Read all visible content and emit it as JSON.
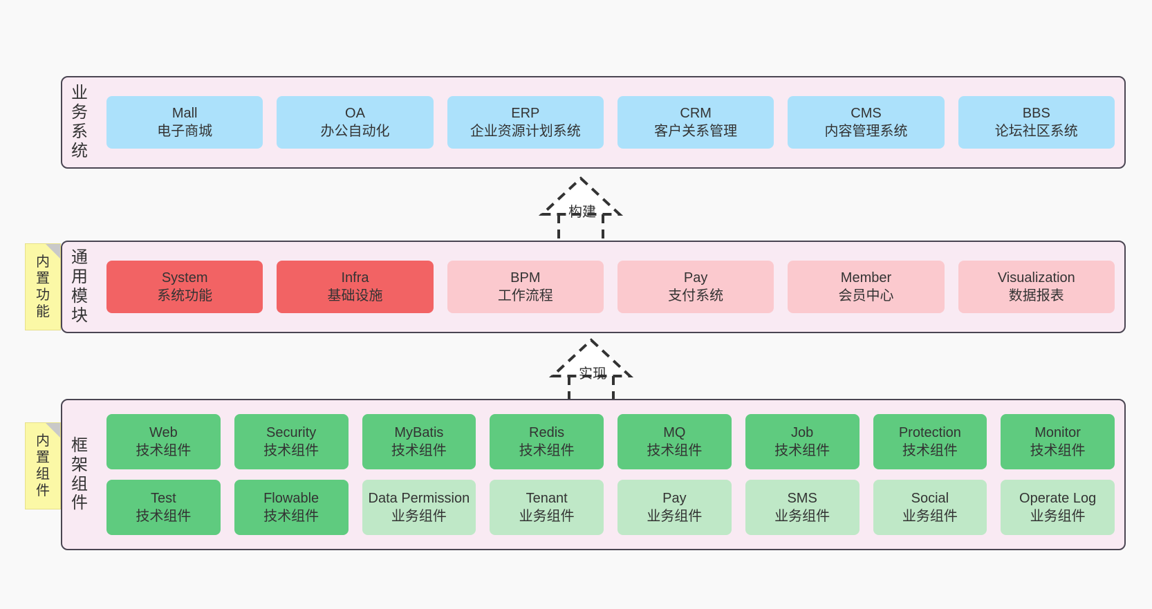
{
  "canvas": {
    "background": "#f9f9f9",
    "panel_fill": "#f9eaf3",
    "panel_border": "#4a4552"
  },
  "colors": {
    "business_card": "#ace1fb",
    "module_core": "#f26364",
    "module_optional": "#fbc9ce",
    "framework_tech": "#5fcb7f",
    "framework_business": "#bfe8c7",
    "note": "#fbf8a6",
    "note_fold": "#c9c9c9",
    "text": "#333333"
  },
  "layers": {
    "business": {
      "label": "业务系统",
      "label_chars": [
        "业",
        "务",
        "系",
        "统"
      ],
      "cards": [
        {
          "title": "Mall",
          "subtitle": "电子商城"
        },
        {
          "title": "OA",
          "subtitle": "办公自动化"
        },
        {
          "title": "ERP",
          "subtitle": "企业资源计划系统"
        },
        {
          "title": "CRM",
          "subtitle": "客户关系管理"
        },
        {
          "title": "CMS",
          "subtitle": "内容管理系统"
        },
        {
          "title": "BBS",
          "subtitle": "论坛社区系统"
        }
      ]
    },
    "modules": {
      "label": "通用模块",
      "label_chars": [
        "通",
        "用",
        "模",
        "块"
      ],
      "cards": [
        {
          "title": "System",
          "subtitle": "系统功能",
          "variant": "core"
        },
        {
          "title": "Infra",
          "subtitle": "基础设施",
          "variant": "core"
        },
        {
          "title": "BPM",
          "subtitle": "工作流程",
          "variant": "optional"
        },
        {
          "title": "Pay",
          "subtitle": "支付系统",
          "variant": "optional"
        },
        {
          "title": "Member",
          "subtitle": "会员中心",
          "variant": "optional"
        },
        {
          "title": "Visualization",
          "subtitle": "数据报表",
          "variant": "optional"
        }
      ]
    },
    "framework": {
      "label": "框架组件",
      "label_chars": [
        "框",
        "架",
        "组",
        "件"
      ],
      "row1": [
        {
          "title": "Web",
          "subtitle": "技术组件"
        },
        {
          "title": "Security",
          "subtitle": "技术组件"
        },
        {
          "title": "MyBatis",
          "subtitle": "技术组件"
        },
        {
          "title": "Redis",
          "subtitle": "技术组件"
        },
        {
          "title": "MQ",
          "subtitle": "技术组件"
        },
        {
          "title": "Job",
          "subtitle": "技术组件"
        },
        {
          "title": "Protection",
          "subtitle": "技术组件"
        },
        {
          "title": "Monitor",
          "subtitle": "技术组件"
        }
      ],
      "row2": [
        {
          "title": "Test",
          "subtitle": "技术组件",
          "variant": "tech"
        },
        {
          "title": "Flowable",
          "subtitle": "技术组件",
          "variant": "tech"
        },
        {
          "title": "Data Permission",
          "subtitle": "业务组件",
          "variant": "business"
        },
        {
          "title": "Tenant",
          "subtitle": "业务组件",
          "variant": "business"
        },
        {
          "title": "Pay",
          "subtitle": "业务组件",
          "variant": "business"
        },
        {
          "title": "SMS",
          "subtitle": "业务组件",
          "variant": "business"
        },
        {
          "title": "Social",
          "subtitle": "业务组件",
          "variant": "business"
        },
        {
          "title": "Operate Log",
          "subtitle": "业务组件",
          "variant": "business"
        }
      ]
    }
  },
  "notes": [
    {
      "id": "note-modules",
      "label": "内置功能",
      "chars": [
        "内",
        "置",
        "功",
        "能"
      ]
    },
    {
      "id": "note-framework",
      "label": "内置组件",
      "chars": [
        "内",
        "置",
        "组",
        "件"
      ]
    }
  ],
  "connectors": [
    {
      "id": "connector-build",
      "label": "构建",
      "style": "dashed-generalization"
    },
    {
      "id": "connector-impl",
      "label": "实现",
      "style": "dashed-generalization"
    }
  ]
}
